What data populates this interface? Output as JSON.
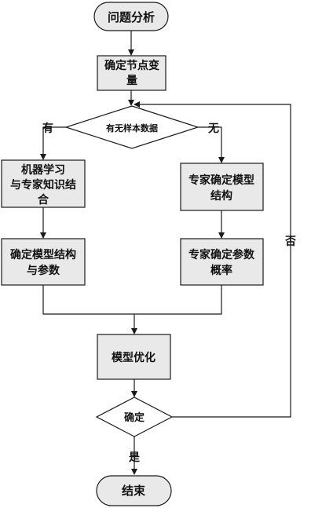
{
  "nodes": {
    "start": "问题分析",
    "define_nodes": [
      "确定节点变",
      "量"
    ],
    "decision_data": "有无样本数据",
    "ml_combine": [
      "机器学习",
      "与专家知识结",
      "合"
    ],
    "expert_structure": [
      "专家确定模型",
      "结构"
    ],
    "fix_structure_params": [
      "确定模型结构",
      "与参数"
    ],
    "expert_params": [
      "专家确定参数",
      "概率"
    ],
    "optimize": "模型优化",
    "confirm": "确定",
    "end": "结束"
  },
  "edges": {
    "yes_data": "有",
    "no_data": "无",
    "no_loop": "否",
    "yes_end": "是"
  },
  "colors": {
    "box_fill": "#e9e9e9",
    "stroke": "#1a1a1a"
  }
}
